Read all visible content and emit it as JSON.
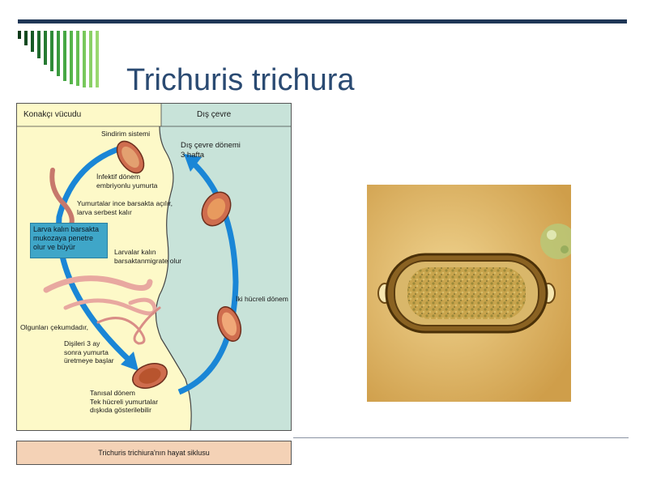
{
  "slide": {
    "title": "Trichuris trichura"
  },
  "diagram": {
    "host_header": "Konakçı vücudu",
    "environment_header": "Dış çevre",
    "labels": {
      "digestive": "Sindirim sistemi",
      "env_period": "Dış çevre dönemi\n3 hafta",
      "infective": "İnfektif dönem\nembriyonlu yumurta",
      "hatch": "Yumurtalar ince barsakta açılır,\nlarva serbest kalır",
      "larva_box": "Larva kalın barsakta\nmukozaya penetre\nolur ve büyür",
      "migrate": "Larvalar kalın\nbarsaktanmigrate olur",
      "two_cell": "İki hücreli dönem",
      "mature": "Olgunları çekumdadır,",
      "female": "Dişileri 3 ay\nsonra yumurta\nüretmeye başlar",
      "diagnostic": "Tanısal dönem\nTek hücreli yumurtalar\ndışkıda gösterilebilir"
    },
    "caption": "Trichuris trichiura'nın hayat siklusu",
    "colors": {
      "host_bg": "#fdf9c8",
      "environment_bg": "#c8e3d9",
      "arrow": "#1a86d6",
      "egg": "#cf6d4e",
      "worm": "#e8a8a0",
      "larva_box": "#3fa6c8"
    }
  },
  "micrograph": {
    "colors": {
      "background": "#d9ae60",
      "shell": "#6d4a16",
      "content": "#c8a44c"
    }
  }
}
